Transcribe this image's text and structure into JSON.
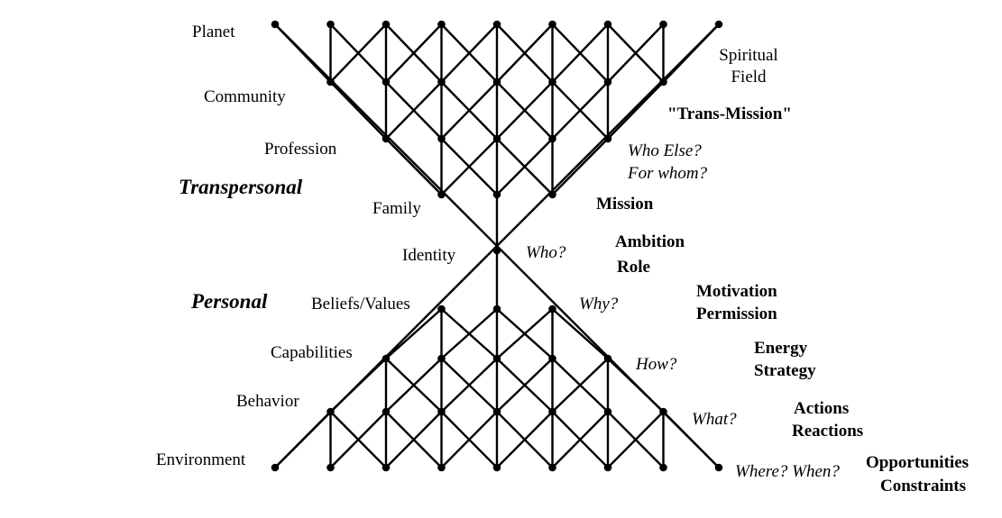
{
  "levels": {
    "planet": "Planet",
    "community": "Community",
    "profession": "Profession",
    "family": "Family",
    "identity": "Identity",
    "beliefs": "Beliefs/Values",
    "capabilities": "Capabilities",
    "behavior": "Behavior",
    "environment": "Environment"
  },
  "spiritual_field": {
    "line1": "Spiritual",
    "line2": "Field"
  },
  "trans_mission": "\"Trans-Mission\"",
  "sections": {
    "transpersonal": "Transpersonal",
    "personal": "Personal"
  },
  "questions": {
    "who_else": "Who Else?",
    "for_whom": "For whom?",
    "who": "Who?",
    "why": "Why?",
    "how": "How?",
    "what": "What?",
    "where_when": "Where? When?"
  },
  "outcomes": {
    "mission": "Mission",
    "ambition": "Ambition",
    "role": "Role",
    "motivation": "Motivation",
    "permission": "Permission",
    "energy": "Energy",
    "strategy": "Strategy",
    "actions": "Actions",
    "reactions": "Reactions",
    "opportunities": "Opportunities",
    "constraints": "Constraints"
  },
  "colors": {
    "line": "#000000",
    "text": "#000000",
    "background": "#ffffff"
  }
}
